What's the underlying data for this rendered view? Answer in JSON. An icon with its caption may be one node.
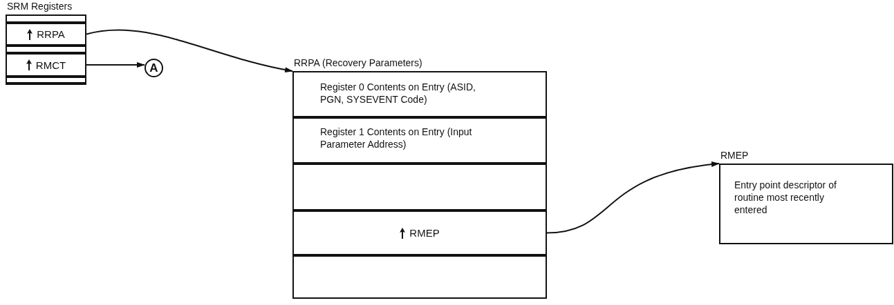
{
  "diagram": {
    "nodes": [
      {
        "text": [
          "SRM Registers"
        ]
      },
      {
        "text": [],
        "shape": "box",
        "in": 0
      },
      {
        "text": [
          "RRPA"
        ],
        "in": 0
      },
      {
        "text": [],
        "shape": "box",
        "in": 0
      },
      {
        "text": [
          "RMCT"
        ],
        "in": 0
      },
      {
        "text": [],
        "shape": "box",
        "in": 0
      },
      {
        "text": [
          "A"
        ]
      },
      {
        "text": [
          "RRPA (Recovery Parameters)"
        ]
      },
      {
        "text": [
          "Register 0 Contents on Entry (ASID, PGN, SYSEVENT Code)"
        ],
        "in": 7
      },
      {
        "text": [
          "Register 1 Contents on Entry (Input Parameter Address)"
        ],
        "in": 7
      },
      {
        "text": [],
        "shape": "box",
        "in": 7
      },
      {
        "text": [
          "RMEP"
        ],
        "in": 7
      },
      {
        "text": [],
        "shape": "box",
        "in": 7
      },
      {
        "text": [
          "RMEP",
          "Entry point descriptor of routine most recently entered"
        ]
      }
    ],
    "edges": [
      {
        "from": 2,
        "to": 7,
        "arrow": "to"
      },
      {
        "from": 4,
        "to": 6,
        "arrow": "to"
      },
      {
        "from": 11,
        "to": 13,
        "arrow": "to"
      }
    ]
  }
}
